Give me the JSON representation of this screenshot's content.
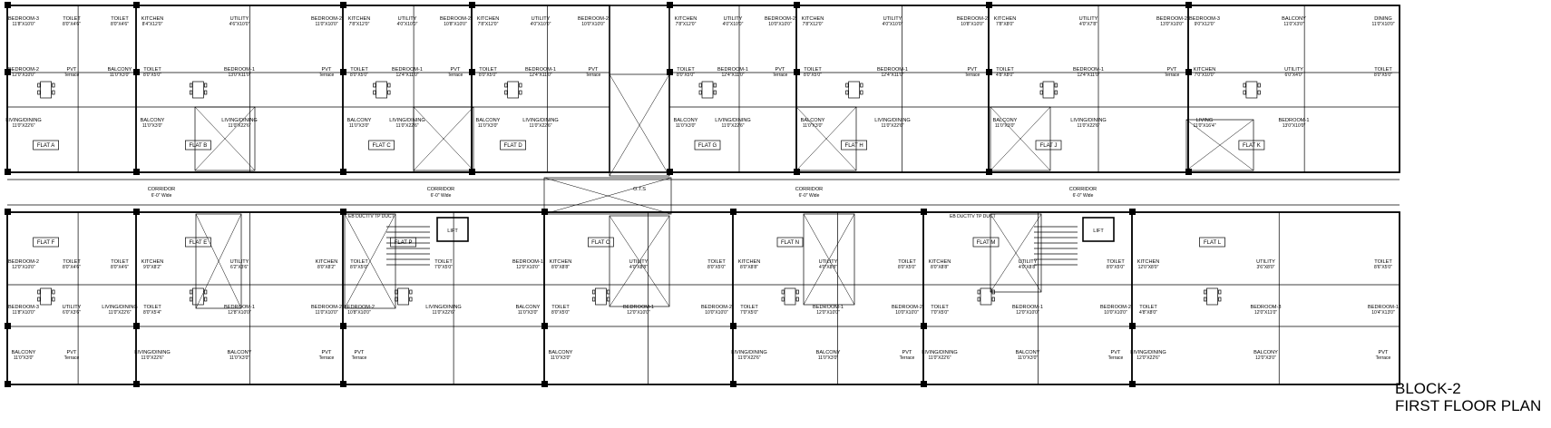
{
  "title": {
    "line1": "BLOCK-2",
    "line2": "FIRST FLOOR PLAN"
  },
  "corridors": [
    {
      "name": "CORRIDOR",
      "dim": "6'-0\" Wide"
    },
    {
      "name": "CORRIDOR",
      "dim": "6'-0\" Wide"
    },
    {
      "name": "CORRIDOR",
      "dim": "6'-0\" Wide"
    },
    {
      "name": "CORRIDOR",
      "dim": "6'-0\" Wide"
    }
  ],
  "core": {
    "lift": "LIFT",
    "ots": "O.T.S",
    "eb_duct": "EB DUCT",
    "tv_tp_duct": "TV TP DUCT"
  },
  "top_flats": [
    {
      "flat": "FLAT A",
      "rooms": [
        {
          "name": "BEDROOM-3",
          "dim": "11'8\"X10'0\""
        },
        {
          "name": "TOILET",
          "dim": "8'0\"X4'6\""
        },
        {
          "name": "TOILET",
          "dim": "8'0\"X4'6\""
        },
        {
          "name": "BEDROOM-2",
          "dim": "12'0\"X10'0\""
        },
        {
          "name": "PVT",
          "dim": "Terrace"
        },
        {
          "name": "BALCONY",
          "dim": "11'0\"X3'0\""
        },
        {
          "name": "LIVING/DINING",
          "dim": "11'0\"X22'6\""
        }
      ]
    },
    {
      "flat": "FLAT B",
      "rooms": [
        {
          "name": "KITCHEN",
          "dim": "8'4\"X12'0\""
        },
        {
          "name": "UTILITY",
          "dim": "4'6\"X10'0\""
        },
        {
          "name": "BEDROOM-2",
          "dim": "11'0\"X10'0\""
        },
        {
          "name": "TOILET",
          "dim": "8'0\"X5'0\""
        },
        {
          "name": "BEDROOM-1",
          "dim": "13'0\"X11'0\""
        },
        {
          "name": "PVT",
          "dim": "Terrace"
        },
        {
          "name": "BALCONY",
          "dim": "11'0\"X3'0\""
        },
        {
          "name": "LIVING/DINING",
          "dim": "11'0\"X22'6\""
        }
      ]
    },
    {
      "flat": "FLAT C",
      "rooms": [
        {
          "name": "KITCHEN",
          "dim": "7'8\"X12'0\""
        },
        {
          "name": "UTILITY",
          "dim": "4'0\"X10'0\""
        },
        {
          "name": "BEDROOM-2",
          "dim": "10'8\"X10'0\""
        },
        {
          "name": "TOILET",
          "dim": "8'0\"X5'0\""
        },
        {
          "name": "BEDROOM-1",
          "dim": "12'4\"X11'0\""
        },
        {
          "name": "PVT",
          "dim": "Terrace"
        },
        {
          "name": "BALCONY",
          "dim": "11'0\"X3'0\""
        },
        {
          "name": "LIVING/DINING",
          "dim": "11'0\"X22'6\""
        }
      ]
    },
    {
      "flat": "FLAT D",
      "rooms": [
        {
          "name": "KITCHEN",
          "dim": "7'8\"X12'0\""
        },
        {
          "name": "UTILITY",
          "dim": "4'0\"X10'0\""
        },
        {
          "name": "BEDROOM-2",
          "dim": "10'0\"X10'0\""
        },
        {
          "name": "TOILET",
          "dim": "8'0\"X5'0\""
        },
        {
          "name": "BEDROOM-1",
          "dim": "12'4\"X11'0\""
        },
        {
          "name": "PVT",
          "dim": "Terrace"
        },
        {
          "name": "BALCONY",
          "dim": "11'0\"X3'0\""
        },
        {
          "name": "LIVING/DINING",
          "dim": "11'0\"X22'6\""
        }
      ]
    },
    {
      "flat": "FLAT G",
      "rooms": [
        {
          "name": "KITCHEN",
          "dim": "7'8\"X12'0\""
        },
        {
          "name": "UTILITY",
          "dim": "4'0\"X10'0\""
        },
        {
          "name": "BEDROOM-2",
          "dim": "10'0\"X10'0\""
        },
        {
          "name": "TOILET",
          "dim": "8'0\"X5'0\""
        },
        {
          "name": "BEDROOM-1",
          "dim": "12'4\"X11'0\""
        },
        {
          "name": "PVT",
          "dim": "Terrace"
        },
        {
          "name": "BALCONY",
          "dim": "11'0\"X3'0\""
        },
        {
          "name": "LIVING/DINING",
          "dim": "11'0\"X22'6\""
        }
      ]
    },
    {
      "flat": "FLAT H",
      "rooms": [
        {
          "name": "KITCHEN",
          "dim": "7'8\"X12'0\""
        },
        {
          "name": "UTILITY",
          "dim": "4'0\"X10'0\""
        },
        {
          "name": "BEDROOM-2",
          "dim": "10'8\"X10'0\""
        },
        {
          "name": "TOILET",
          "dim": "8'0\"X5'0\""
        },
        {
          "name": "BEDROOM-1",
          "dim": "12'4\"X11'0\""
        },
        {
          "name": "PVT",
          "dim": "Terrace"
        },
        {
          "name": "BALCONY",
          "dim": "11'0\"X3'0\""
        },
        {
          "name": "LIVING/DINING",
          "dim": "11'0\"X22'6\""
        }
      ]
    },
    {
      "flat": "FLAT J",
      "rooms": [
        {
          "name": "KITCHEN",
          "dim": "7'8\"X8'0\""
        },
        {
          "name": "UTILITY",
          "dim": "4'0\"X7'8\""
        },
        {
          "name": "BEDROOM-2",
          "dim": "13'0\"X10'0\""
        },
        {
          "name": "TOILET",
          "dim": "4'8\"X8'0\""
        },
        {
          "name": "BEDROOM-1",
          "dim": "12'4\"X11'0\""
        },
        {
          "name": "PVT",
          "dim": "Terrace"
        },
        {
          "name": "BALCONY",
          "dim": "11'0\"X3'0\""
        },
        {
          "name": "LIVING/DINING",
          "dim": "11'0\"X22'6\""
        }
      ]
    },
    {
      "flat": "FLAT K",
      "rooms": [
        {
          "name": "BEDROOM-3",
          "dim": "9'0\"X12'0\""
        },
        {
          "name": "BALCONY",
          "dim": "11'0\"X3'0\""
        },
        {
          "name": "DINING",
          "dim": "11'0\"X10'0\""
        },
        {
          "name": "KITCHEN",
          "dim": "7'0\"X10'0\""
        },
        {
          "name": "UTILITY",
          "dim": "6'0\"X4'0\""
        },
        {
          "name": "TOILET",
          "dim": "8'0\"X5'0\""
        },
        {
          "name": "LIVING",
          "dim": "11'0\"X16'4\""
        },
        {
          "name": "BEDROOM-1",
          "dim": "13'0\"X10'0\""
        }
      ]
    }
  ],
  "bottom_flats": [
    {
      "flat": "FLAT F",
      "rooms": [
        {
          "name": "BEDROOM-2",
          "dim": "12'0\"X10'0\""
        },
        {
          "name": "TOILET",
          "dim": "8'0\"X4'6\""
        },
        {
          "name": "TOILET",
          "dim": "8'0\"X4'6\""
        },
        {
          "name": "BEDROOM-3",
          "dim": "11'8\"X10'0\""
        },
        {
          "name": "UTILITY",
          "dim": "6'0\"X3'6\""
        },
        {
          "name": "LIVING/DINING",
          "dim": "11'0\"X22'6\""
        },
        {
          "name": "BALCONY",
          "dim": "11'0\"X3'0\""
        },
        {
          "name": "PVT",
          "dim": "Terrace"
        }
      ]
    },
    {
      "flat": "FLAT E",
      "rooms": [
        {
          "name": "KITCHEN",
          "dim": "9'0\"X8'2\""
        },
        {
          "name": "UTILITY",
          "dim": "6'2\"X3'6\""
        },
        {
          "name": "KITCHEN",
          "dim": "8'0\"X8'2\""
        },
        {
          "name": "TOILET",
          "dim": "8'0\"X5'4\""
        },
        {
          "name": "BEDROOM-1",
          "dim": "12'8\"X10'0\""
        },
        {
          "name": "BEDROOM-2",
          "dim": "11'0\"X10'0\""
        },
        {
          "name": "LIVING/DINING",
          "dim": "11'0\"X22'6\""
        },
        {
          "name": "BALCONY",
          "dim": "11'0\"X3'0\""
        },
        {
          "name": "PVT",
          "dim": "Terrace"
        }
      ]
    },
    {
      "flat": "FLAT P",
      "rooms": [
        {
          "name": "TOILET",
          "dim": "8'0\"X5'0\""
        },
        {
          "name": "TOILET",
          "dim": "7'0\"X5'0\""
        },
        {
          "name": "BEDROOM-1",
          "dim": "12'0\"X10'0\""
        },
        {
          "name": "BEDROOM-2",
          "dim": "10'8\"X10'0\""
        },
        {
          "name": "LIVING/DINING",
          "dim": "11'0\"X22'6\""
        },
        {
          "name": "BALCONY",
          "dim": "11'0\"X3'0\""
        },
        {
          "name": "PVT",
          "dim": "Terrace"
        }
      ]
    },
    {
      "flat": "FLAT O",
      "rooms": [
        {
          "name": "KITCHEN",
          "dim": "8'0\"X8'8\""
        },
        {
          "name": "UTILITY",
          "dim": "4'0\"X8'8\""
        },
        {
          "name": "TOILET",
          "dim": "8'0\"X5'0\""
        },
        {
          "name": "TOILET",
          "dim": "8'0\"X5'0\""
        },
        {
          "name": "BEDROOM-1",
          "dim": "12'0\"X10'0\""
        },
        {
          "name": "BEDROOM-2",
          "dim": "10'0\"X10'0\""
        },
        {
          "name": "BALCONY",
          "dim": "11'0\"X3'0\""
        }
      ]
    },
    {
      "flat": "FLAT N",
      "rooms": [
        {
          "name": "KITCHEN",
          "dim": "8'0\"X8'8\""
        },
        {
          "name": "UTILITY",
          "dim": "4'0\"X8'8\""
        },
        {
          "name": "TOILET",
          "dim": "8'0\"X5'0\""
        },
        {
          "name": "TOILET",
          "dim": "7'0\"X5'0\""
        },
        {
          "name": "BEDROOM-1",
          "dim": "12'0\"X10'0\""
        },
        {
          "name": "BEDROOM-2",
          "dim": "10'0\"X10'0\""
        },
        {
          "name": "LIVING/DINING",
          "dim": "11'0\"X22'6\""
        },
        {
          "name": "BALCONY",
          "dim": "11'0\"X3'0\""
        },
        {
          "name": "PVT",
          "dim": "Terrace"
        }
      ]
    },
    {
      "flat": "FLAT M",
      "rooms": [
        {
          "name": "KITCHEN",
          "dim": "8'0\"X8'8\""
        },
        {
          "name": "UTILITY",
          "dim": "4'0\"X8'8\""
        },
        {
          "name": "TOILET",
          "dim": "8'0\"X5'0\""
        },
        {
          "name": "TOILET",
          "dim": "7'0\"X5'0\""
        },
        {
          "name": "BEDROOM-1",
          "dim": "12'0\"X10'0\""
        },
        {
          "name": "BEDROOM-2",
          "dim": "10'0\"X10'0\""
        },
        {
          "name": "LIVING/DINING",
          "dim": "11'0\"X22'6\""
        },
        {
          "name": "BALCONY",
          "dim": "11'0\"X3'0\""
        },
        {
          "name": "PVT",
          "dim": "Terrace"
        }
      ]
    },
    {
      "flat": "FLAT L",
      "rooms": [
        {
          "name": "KITCHEN",
          "dim": "12'0\"X8'0\""
        },
        {
          "name": "UTILITY",
          "dim": "3'6\"X8'0\""
        },
        {
          "name": "TOILET",
          "dim": "8'6\"X5'0\""
        },
        {
          "name": "TOILET",
          "dim": "4'8\"X8'0\""
        },
        {
          "name": "BEDROOM-3",
          "dim": "12'0\"X11'0\""
        },
        {
          "name": "BEDROOM-1",
          "dim": "10'4\"X13'0\""
        },
        {
          "name": "LIVING/DINING",
          "dim": "12'0\"X22'6\""
        },
        {
          "name": "BALCONY",
          "dim": "12'0\"X3'0\""
        },
        {
          "name": "PVT",
          "dim": "Terrace"
        }
      ]
    }
  ]
}
